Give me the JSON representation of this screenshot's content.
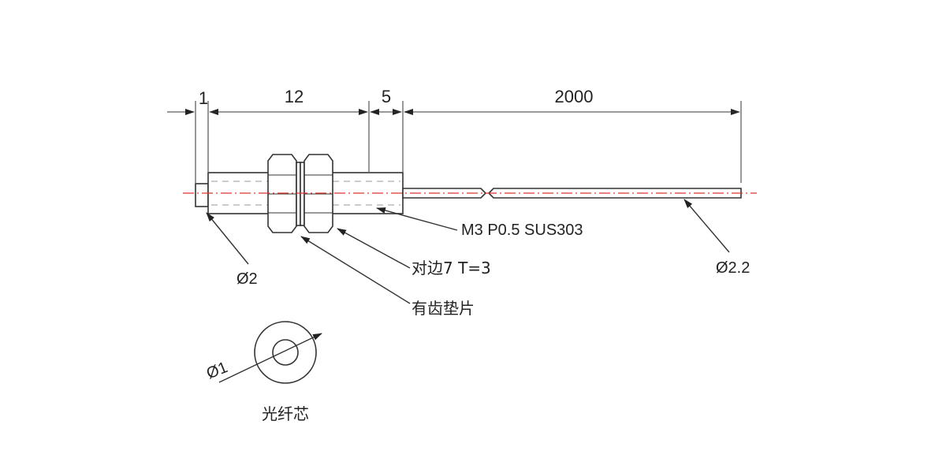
{
  "dimensions": {
    "d1": "1",
    "d12": "12",
    "d5": "5",
    "d2000": "2000"
  },
  "callouts": {
    "thread": "M3 P0.5 SUS303",
    "hex_nut": "对边7 T=3",
    "washer": "有齿垫片",
    "tip_diameter": "Ø2",
    "cable_diameter": "Ø2.2",
    "core_diameter": "Ø1",
    "core_label": "光纤芯"
  },
  "colors": {
    "centerline": "#e03030",
    "linework": "#333333"
  }
}
